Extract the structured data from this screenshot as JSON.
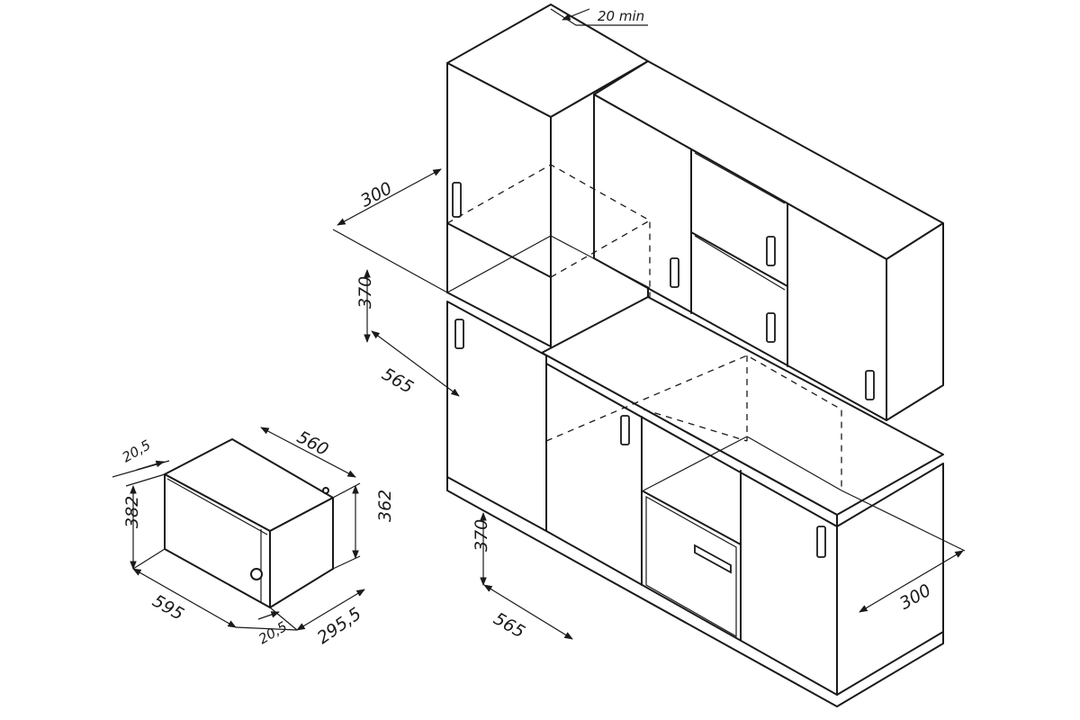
{
  "diagram": {
    "labels": {
      "gap_top": "20 min",
      "upper_depth": "300",
      "upper_height": "370",
      "upper_width": "565",
      "lower_height": "370",
      "lower_width": "565",
      "lower_depth": "300",
      "mw_side_offset": "20,5",
      "mw_depth": "560",
      "mw_total_height": "382",
      "mw_body_height": "362",
      "mw_width": "595",
      "mw_bottom_offset": "20,5",
      "mw_body_depth": "295,5"
    }
  }
}
